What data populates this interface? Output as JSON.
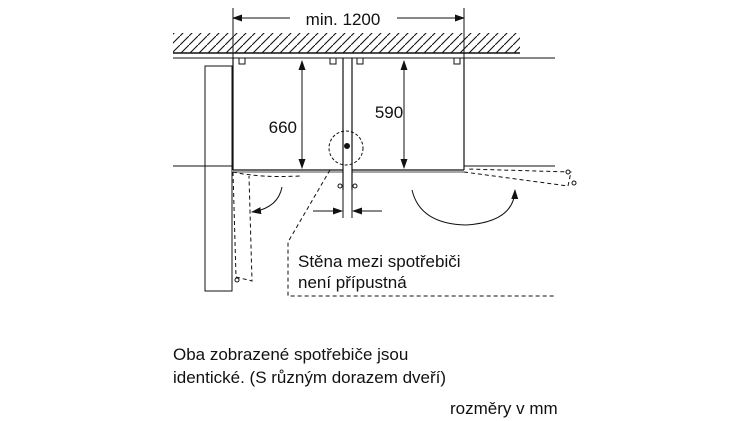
{
  "dimensions": {
    "min_width": "min. 1200",
    "depth_left": "660",
    "depth_right": "590"
  },
  "note": {
    "line1": "Stěna mezi spotřebiči",
    "line2": "není přípustná"
  },
  "caption": {
    "line1": "Oba zobrazené spotřebiče jsou",
    "line2": "identické. (S různým dorazem dveří)"
  },
  "units": "rozměry v mm",
  "colors": {
    "ink": "#111111",
    "background": "#ffffff"
  }
}
